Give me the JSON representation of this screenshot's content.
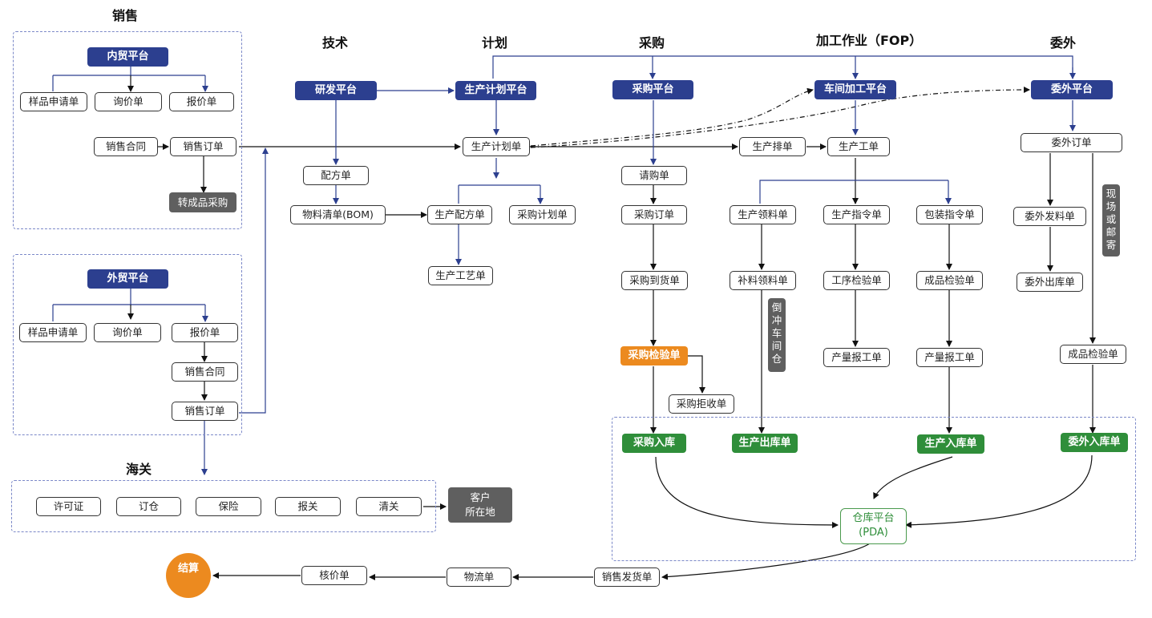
{
  "sections": {
    "sales": "销售",
    "tech": "技术",
    "plan": "计划",
    "purchase": "采购",
    "fop": "加工作业（FOP）",
    "outsource": "委外",
    "customs": "海关"
  },
  "domestic": {
    "platform": "内贸平台",
    "sample": "样品申请单",
    "inquiry": "询价单",
    "quote": "报价单",
    "contract": "销售合同",
    "order": "销售订单",
    "to_purchase": "转成品采购"
  },
  "foreign": {
    "platform": "外贸平台",
    "sample": "样品申请单",
    "inquiry": "询价单",
    "quote": "报价单",
    "contract": "销售合同",
    "order": "销售订单"
  },
  "customs": {
    "items": [
      "许可证",
      "订仓",
      "保险",
      "报关",
      "清关"
    ],
    "customer_line1": "客户",
    "customer_line2": "所在地"
  },
  "tech": {
    "platform": "研发平台",
    "recipe": "配方单",
    "bom": "物料清单(BOM)"
  },
  "plan": {
    "platform": "生产计划平台",
    "plan_order": "生产计划单",
    "prod_recipe": "生产配方单",
    "purchase_plan": "采购计划单",
    "process": "生产工艺单"
  },
  "purchase": {
    "platform": "采购平台",
    "request": "请购单",
    "order": "采购订单",
    "arrival": "采购到货单",
    "inspect": "采购检验单",
    "reject": "采购拒收单",
    "inbound": "采购入库"
  },
  "fop": {
    "platform": "车间加工平台",
    "schedule": "生产排单",
    "work_order": "生产工单",
    "pick": "生产领料单",
    "instruction": "生产指令单",
    "pack": "包装指令单",
    "supplement": "补料领料单",
    "process_check": "工序检验单",
    "product_check": "成品检验单",
    "report1": "产量报工单",
    "report2": "产量报工单",
    "backflush": "倒冲车间仓",
    "out_stock": "生产出库单",
    "in_stock": "生产入库单"
  },
  "outsource": {
    "platform": "委外平台",
    "order": "委外订单",
    "issue": "委外发料单",
    "out": "委外出库单",
    "delivery_note": "现场或邮寄",
    "check": "成品检验单",
    "in_stock": "委外入库单"
  },
  "warehouse": {
    "line1": "仓库平台",
    "line2": "(PDA)"
  },
  "bottom": {
    "ship": "销售发货单",
    "logistics": "物流单",
    "price_check": "核价单",
    "settle": "结算"
  }
}
